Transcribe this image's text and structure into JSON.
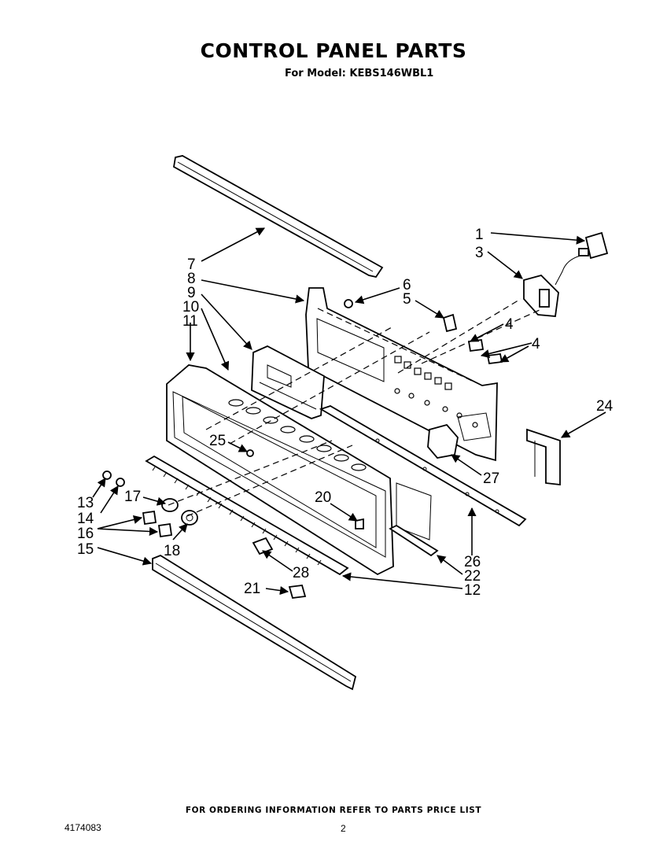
{
  "header": {
    "title": "CONTROL PANEL PARTS",
    "subtitle": "For Model: KEBS146WBL1"
  },
  "callouts": [
    "1",
    "3",
    "4",
    "4",
    "5",
    "6",
    "7",
    "8",
    "9",
    "10",
    "11",
    "12",
    "13",
    "14",
    "15",
    "16",
    "17",
    "18",
    "20",
    "21",
    "22",
    "24",
    "25",
    "26",
    "27",
    "28"
  ],
  "footer": {
    "ordering_note": "FOR ORDERING INFORMATION REFER TO PARTS PRICE LIST",
    "doc_number": "4174083",
    "page_number": "2"
  }
}
